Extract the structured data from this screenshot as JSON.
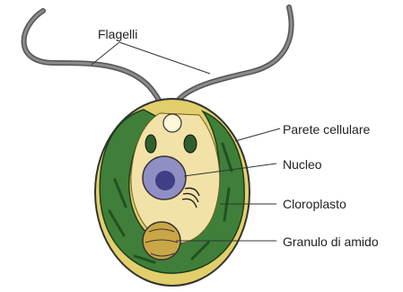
{
  "labels": {
    "flagella": "Flagelli",
    "cell_wall": "Parete cellulare",
    "nucleus": "Nucleo",
    "chloroplast": "Cloroplasto",
    "starch_granule": "Granulo di amido"
  },
  "colors": {
    "cell_wall_fill": "#e2cf6c",
    "cytoplasm": "#f3e2a8",
    "chloroplast": "#3f7f3a",
    "chloroplast_dark": "#2e5f2c",
    "nucleus": "#8f8fc4",
    "nucleolus": "#3f3f86",
    "flagellum": "#7b7b7b",
    "starch": "#c9a646",
    "leader_line": "#333333"
  },
  "icons": [
    "pyrenoid-granule",
    "golgi-stack",
    "eyespot-vacuole"
  ]
}
